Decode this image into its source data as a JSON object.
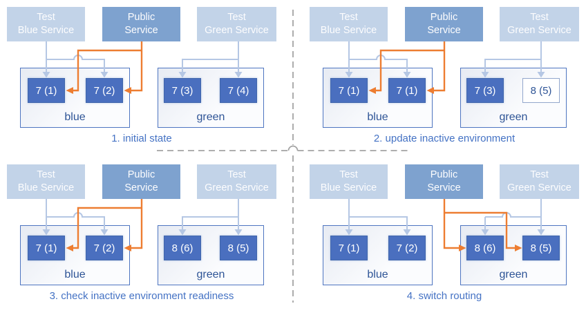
{
  "colors": {
    "light_service_box": "#c2d3e8",
    "public_service_box": "#7ea2cf",
    "pod_fill": "#4a6fbf",
    "environment_border": "#4d74c0",
    "connector_blue": "#b5c7e4",
    "connector_orange": "#ed7d31",
    "caption_text": "#4472c4",
    "dark_label_text": "#2e5496",
    "divider_gray": "#a3a3a3"
  },
  "panels": [
    {
      "caption": "1. initial state",
      "services": {
        "test_blue": "Test\nBlue Service",
        "public": "Public\nService",
        "test_green": "Test\nGreen Service"
      },
      "environments": {
        "blue": {
          "label": "blue",
          "pods": [
            {
              "label": "7 (1)",
              "style": "solid"
            },
            {
              "label": "7 (2)",
              "style": "solid"
            }
          ]
        },
        "green": {
          "label": "green",
          "pods": [
            {
              "label": "7 (3)",
              "style": "solid"
            },
            {
              "label": "7 (4)",
              "style": "solid"
            }
          ]
        }
      },
      "public_routes_to": "blue"
    },
    {
      "caption": "2. update inactive environment",
      "services": {
        "test_blue": "Test\nBlue Service",
        "public": "Public\nService",
        "test_green": "Test\nGreen Service"
      },
      "environments": {
        "blue": {
          "label": "blue",
          "pods": [
            {
              "label": "7 (1)",
              "style": "solid"
            },
            {
              "label": "7 (1)",
              "style": "solid"
            }
          ]
        },
        "green": {
          "label": "green",
          "pods": [
            {
              "label": "7 (3)",
              "style": "solid"
            },
            {
              "label": "8 (5)",
              "style": "outline"
            }
          ]
        }
      },
      "public_routes_to": "blue"
    },
    {
      "caption": "3. check inactive environment readiness",
      "services": {
        "test_blue": "Test\nBlue Service",
        "public": "Public\nService",
        "test_green": "Test\nGreen Service"
      },
      "environments": {
        "blue": {
          "label": "blue",
          "pods": [
            {
              "label": "7 (1)",
              "style": "solid"
            },
            {
              "label": "7 (2)",
              "style": "solid"
            }
          ]
        },
        "green": {
          "label": "green",
          "pods": [
            {
              "label": "8 (6)",
              "style": "solid"
            },
            {
              "label": "8 (5)",
              "style": "solid"
            }
          ]
        }
      },
      "public_routes_to": "blue"
    },
    {
      "caption": "4. switch routing",
      "services": {
        "test_blue": "Test\nBlue Service",
        "public": "Public\nService",
        "test_green": "Test\nGreen Service"
      },
      "environments": {
        "blue": {
          "label": "blue",
          "pods": [
            {
              "label": "7 (1)",
              "style": "solid"
            },
            {
              "label": "7 (2)",
              "style": "solid"
            }
          ]
        },
        "green": {
          "label": "green",
          "pods": [
            {
              "label": "8 (6)",
              "style": "solid"
            },
            {
              "label": "8 (5)",
              "style": "solid"
            }
          ]
        }
      },
      "public_routes_to": "green"
    }
  ]
}
